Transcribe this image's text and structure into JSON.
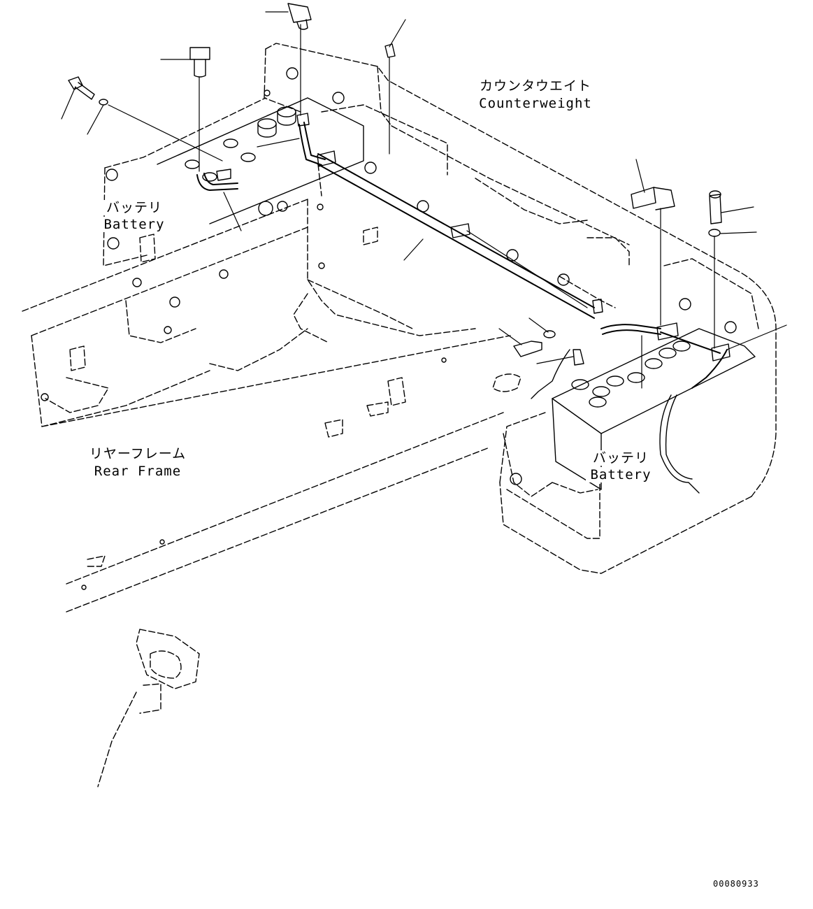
{
  "labels": {
    "counterweight_jp": "カウンタウエイト",
    "counterweight_en": "Counterweight",
    "battery_left_jp": "バッテリ",
    "battery_left_en": "Battery",
    "battery_right_jp": "バッテリ",
    "battery_right_en": "Battery",
    "rear_frame_jp": "リヤーフレーム",
    "rear_frame_en": "Rear Frame"
  },
  "document_number": "00080933"
}
